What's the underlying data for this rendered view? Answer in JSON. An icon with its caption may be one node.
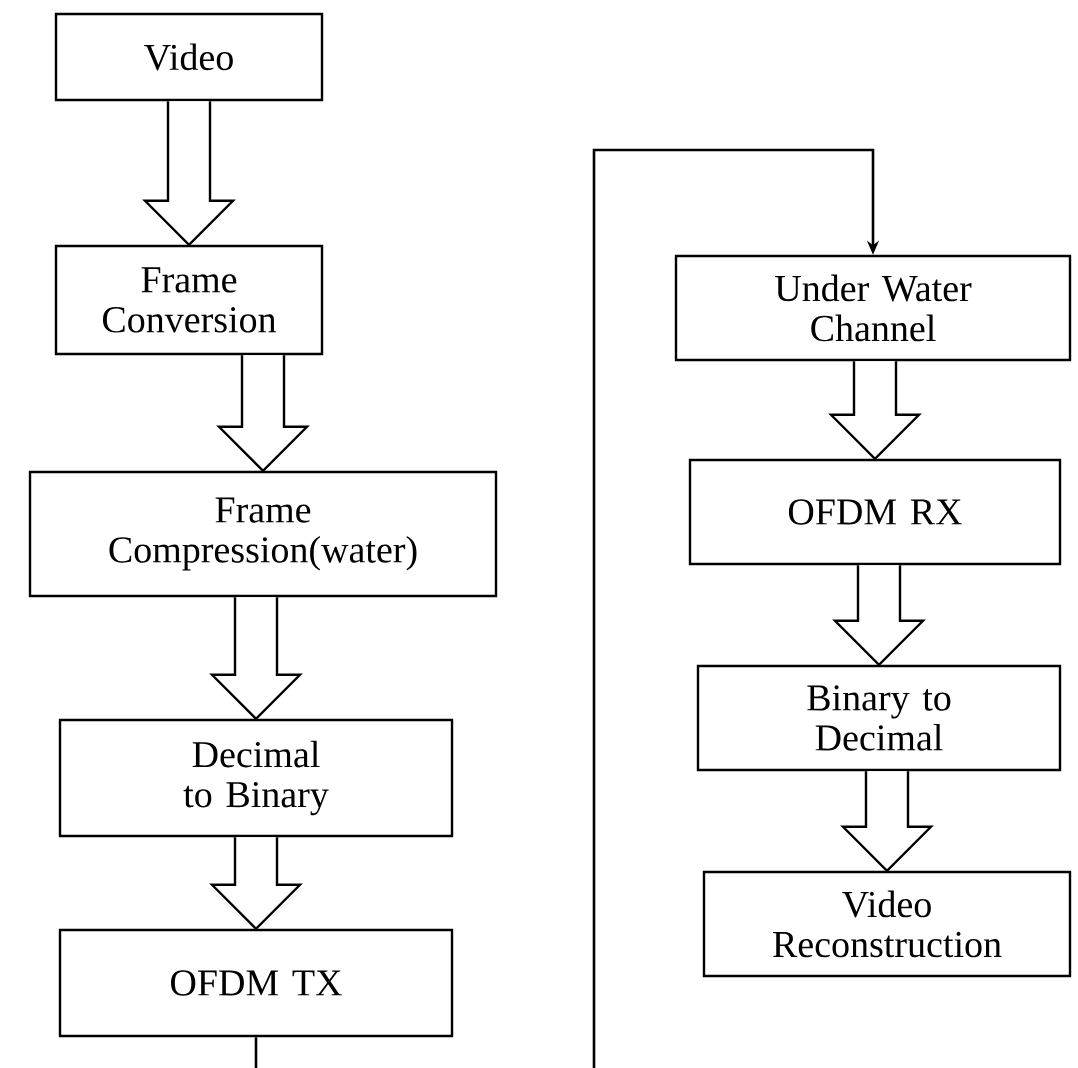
{
  "diagram": {
    "nodes": [
      {
        "text": [
          "Video"
        ]
      },
      {
        "text": [
          "Frame Conversion"
        ]
      },
      {
        "text": [
          "Frame Compression(water)"
        ]
      },
      {
        "text": [
          "Decimal to Binary"
        ]
      },
      {
        "text": [
          "OFDM TX"
        ]
      },
      {
        "text": [
          "Under Water Channel"
        ]
      },
      {
        "text": [
          "OFDM RX"
        ]
      },
      {
        "text": [
          "Binary to Decimal"
        ]
      },
      {
        "text": [
          "Video Reconstruction"
        ]
      }
    ],
    "edges": [
      {
        "from": 0,
        "to": 1,
        "arrow": "to"
      },
      {
        "from": 1,
        "to": 2,
        "arrow": "to"
      },
      {
        "from": 2,
        "to": 3,
        "arrow": "to"
      },
      {
        "from": 3,
        "to": 4,
        "arrow": "to"
      },
      {
        "from": 4,
        "to": 5,
        "arrow": "to"
      },
      {
        "from": 5,
        "to": 6,
        "arrow": "to"
      },
      {
        "from": 6,
        "to": 7,
        "arrow": "to"
      },
      {
        "from": 7,
        "to": 8,
        "arrow": "to"
      }
    ]
  }
}
